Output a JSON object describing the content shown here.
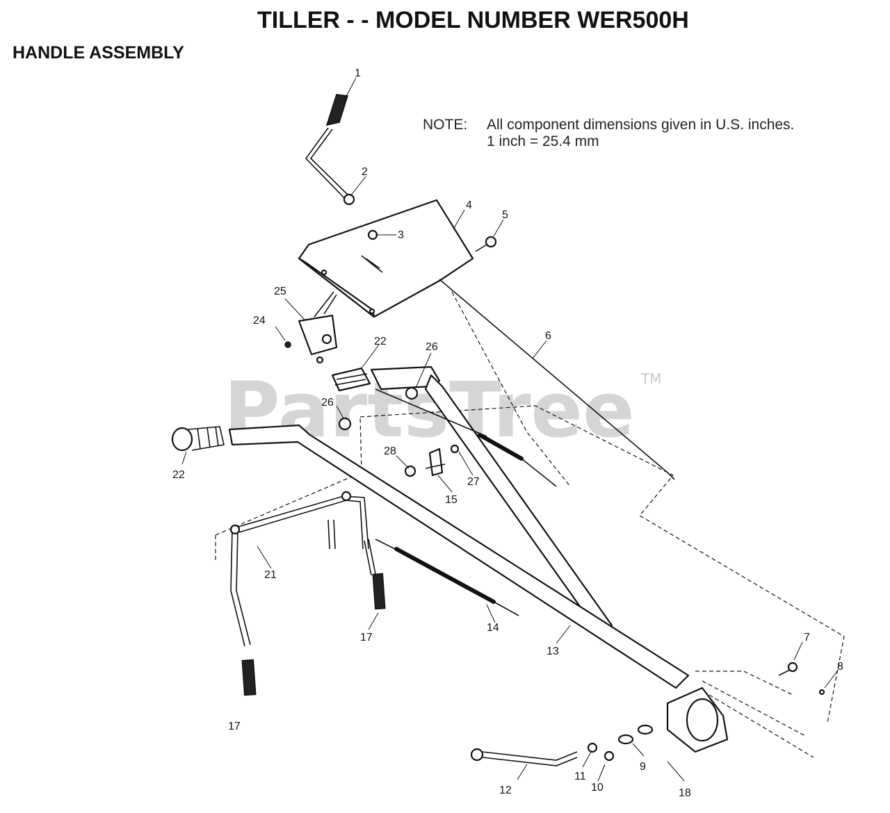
{
  "title": "TILLER - - MODEL NUMBER WER500H",
  "subtitle": "HANDLE ASSEMBLY",
  "note": {
    "label": "NOTE:",
    "line1": "All component dimensions given in U.S. inches.",
    "line2": "1 inch = 25.4 mm"
  },
  "watermark": {
    "text": "PartsTree",
    "trademark": "TM"
  },
  "callouts": [
    "1",
    "2",
    "3",
    "4",
    "5",
    "6",
    "7",
    "8",
    "9",
    "10",
    "11",
    "12",
    "13",
    "14",
    "15",
    "17",
    "17",
    "18",
    "21",
    "22",
    "22",
    "24",
    "25",
    "26",
    "26",
    "27",
    "28"
  ]
}
